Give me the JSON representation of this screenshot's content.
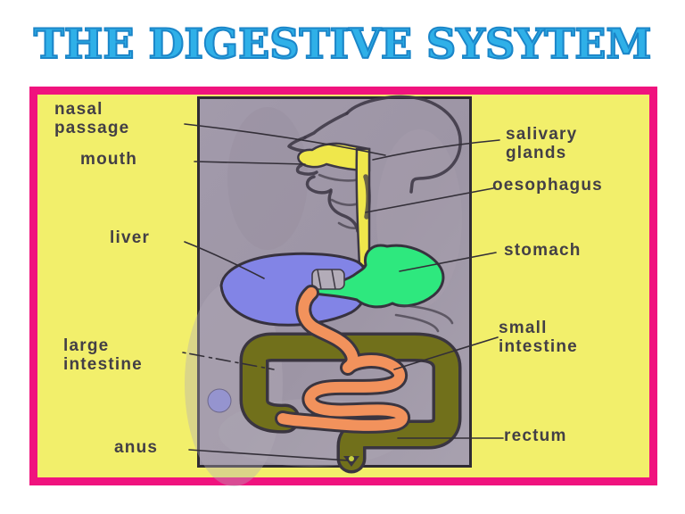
{
  "title": "THE DIGESTIVE SYSYTEM",
  "labels": {
    "nasal_passage": "nasal passage",
    "mouth": "mouth",
    "liver": "liver",
    "large_intestine": "large intestine",
    "anus": "anus",
    "salivary_glands": "salivary glands",
    "oesophagus": "oesophagus",
    "stomach": "stomach",
    "small_intestine": "small intestine",
    "rectum": "rectum"
  },
  "colors": {
    "title_blue": "#2FB0E8",
    "title_outline": "#1B86C9",
    "frame_pink": "#F0137E",
    "background_yellow": "#F2EF6B",
    "panel_gray": "#9D95A5",
    "liver": "#8284E6",
    "stomach": "#2EE87E",
    "small_intestine": "#F2925C",
    "large_intestine": "#71701B",
    "mouth_and_oesophagus": "#EFE74B",
    "outline_dark": "#3A3540",
    "label_text": "#433F46"
  }
}
